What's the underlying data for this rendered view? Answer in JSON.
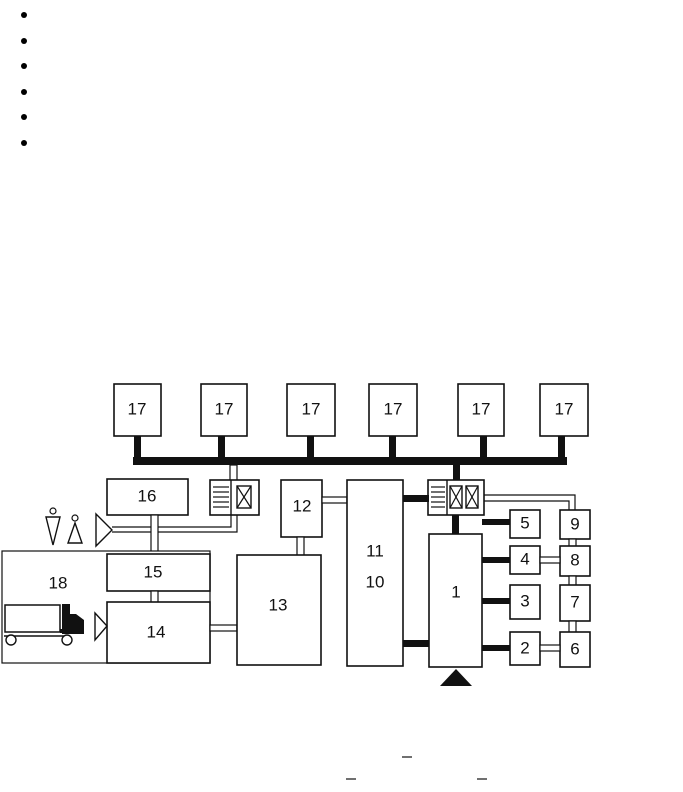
{
  "bullet_count": 6,
  "diagram": {
    "blocks": {
      "b17": "17",
      "b16": "16",
      "b15": "15",
      "b14": "14",
      "b18": "18",
      "b12": "12",
      "b13": "13",
      "b11": "11",
      "b10": "10",
      "b1": "1",
      "b5": "5",
      "b4": "4",
      "b3": "3",
      "b2": "2",
      "b9": "9",
      "b8": "8",
      "b7": "7",
      "b6": "6"
    }
  }
}
